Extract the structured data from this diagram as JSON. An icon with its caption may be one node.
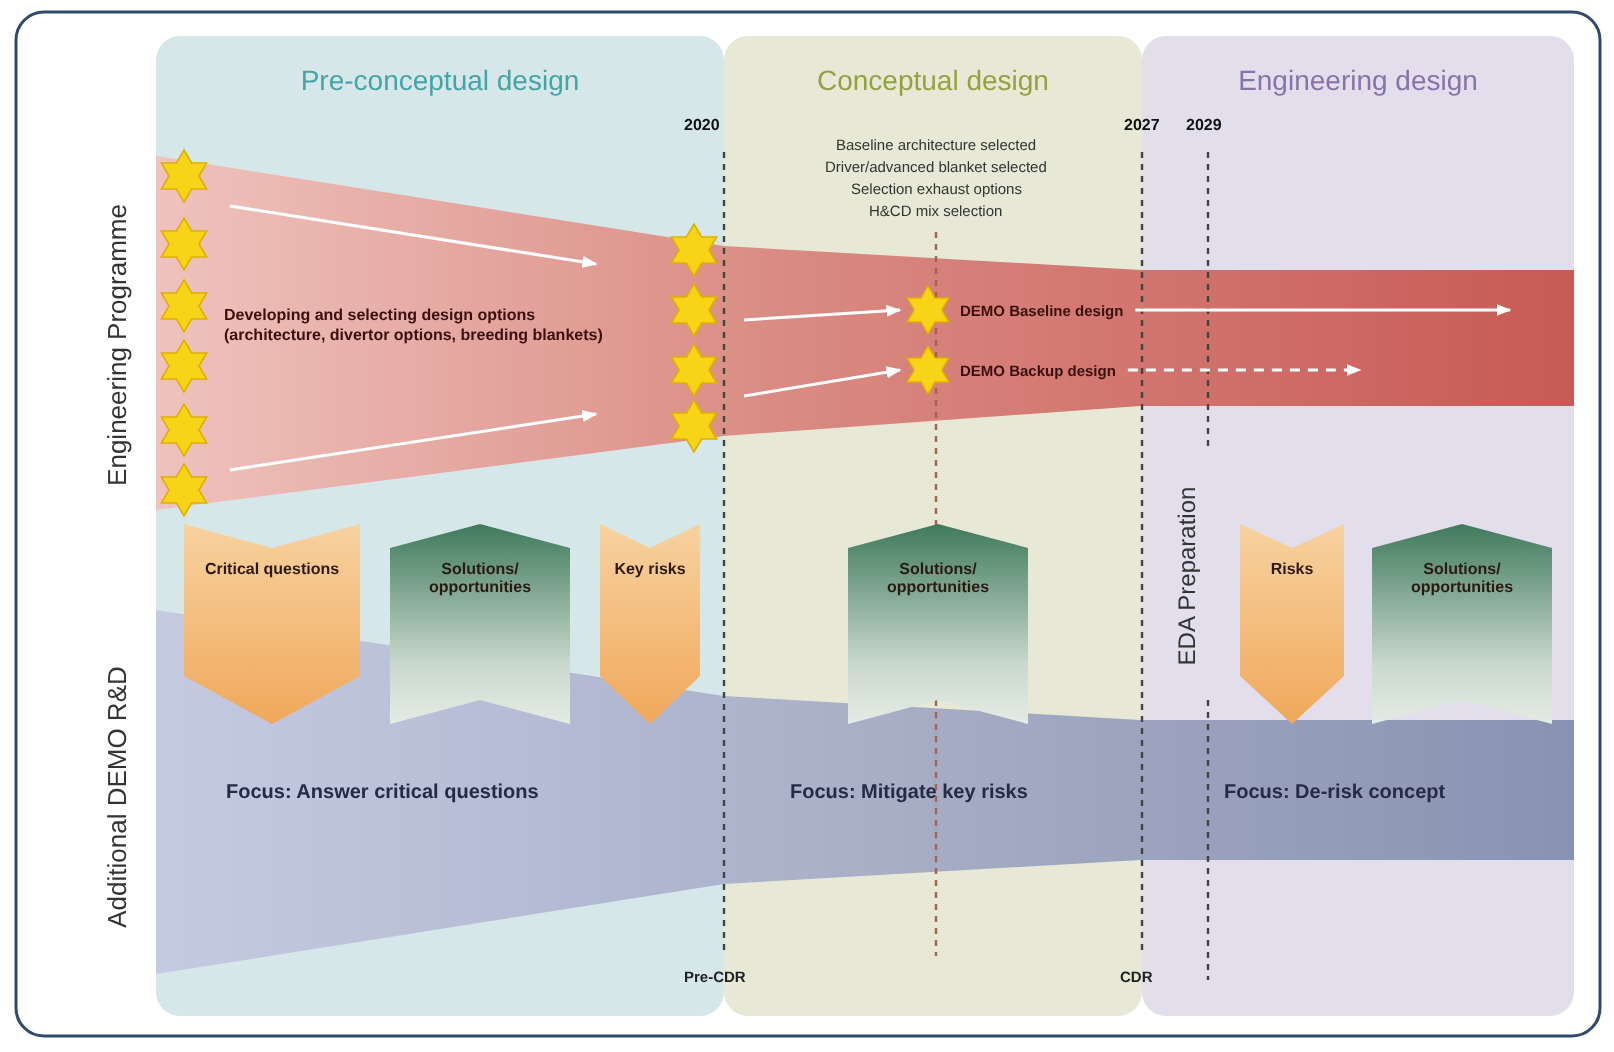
{
  "diagram": {
    "nodes": [
      {
        "text": [
          "Pre-conceptual design"
        ]
      },
      {
        "text": [
          "Conceptual design"
        ]
      },
      {
        "text": [
          "Engineering design"
        ]
      },
      {
        "text": [
          "Developing and selecting design options (architecture, divertor options, breeding blankets)"
        ],
        "in": 0
      },
      {
        "text": [
          "DEMO Baseline design"
        ],
        "in": 1
      },
      {
        "text": [
          "DEMO Backup design"
        ],
        "in": 1
      },
      {
        "text": [
          "Critical questions"
        ],
        "in": 0
      },
      {
        "text": [
          "Solutions/ opportunities"
        ],
        "in": 0
      },
      {
        "text": [
          "Key risks"
        ],
        "in": 0
      },
      {
        "text": [
          "Solutions/ opportunities"
        ],
        "in": 1
      },
      {
        "text": [
          "Risks"
        ],
        "in": 2
      },
      {
        "text": [
          "Solutions/ opportunities"
        ],
        "in": 2
      }
    ],
    "edges": [
      {
        "from": null,
        "to": 4,
        "arrow": "to"
      },
      {
        "from": null,
        "to": 5,
        "arrow": "to"
      },
      {
        "from": 4,
        "to": null,
        "arrow": "to"
      },
      {
        "from": 5,
        "to": null,
        "arrow": "to",
        "style": "dashed"
      }
    ],
    "labels": [
      "Engineering Programme",
      "2020",
      "Baseline architecture selected",
      "Driver/advanced blanket selected",
      "Selection exhaust options",
      "H&CD mix selection",
      "2027",
      "2029",
      "EDA Preparation",
      "Additional DEMO R&D",
      "Focus: Answer critical questions",
      "Focus: Mitigate key risks",
      "Focus: De-risk concept",
      "Pre-CDR",
      "CDR"
    ]
  }
}
